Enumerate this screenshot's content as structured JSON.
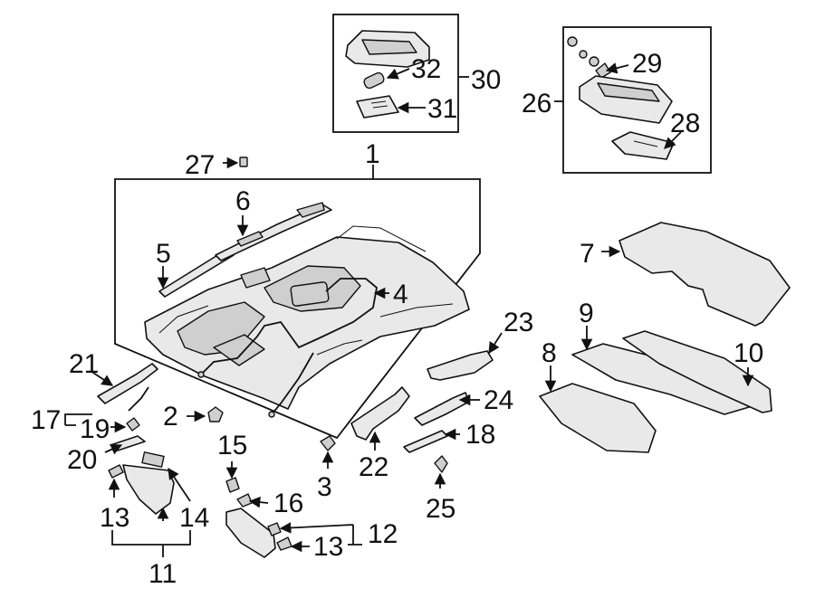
{
  "callouts": {
    "c1": "1",
    "c2": "2",
    "c3": "3",
    "c4": "4",
    "c5": "5",
    "c6": "6",
    "c7": "7",
    "c8": "8",
    "c9": "9",
    "c10": "10",
    "c11": "11",
    "c12": "12",
    "c13a": "13",
    "c13b": "13",
    "c14": "14",
    "c15": "15",
    "c16": "16",
    "c17": "17",
    "c18": "18",
    "c19": "19",
    "c20": "20",
    "c21": "21",
    "c22": "22",
    "c23": "23",
    "c24": "24",
    "c25": "25",
    "c26": "26",
    "c27": "27",
    "c28": "28",
    "c29": "29",
    "c30": "30",
    "c31": "31",
    "c32": "32"
  },
  "colors": {
    "line": "#111111",
    "part_fill": "#e9e9e9",
    "part_shade": "#cfcfcf",
    "background": "#ffffff"
  }
}
